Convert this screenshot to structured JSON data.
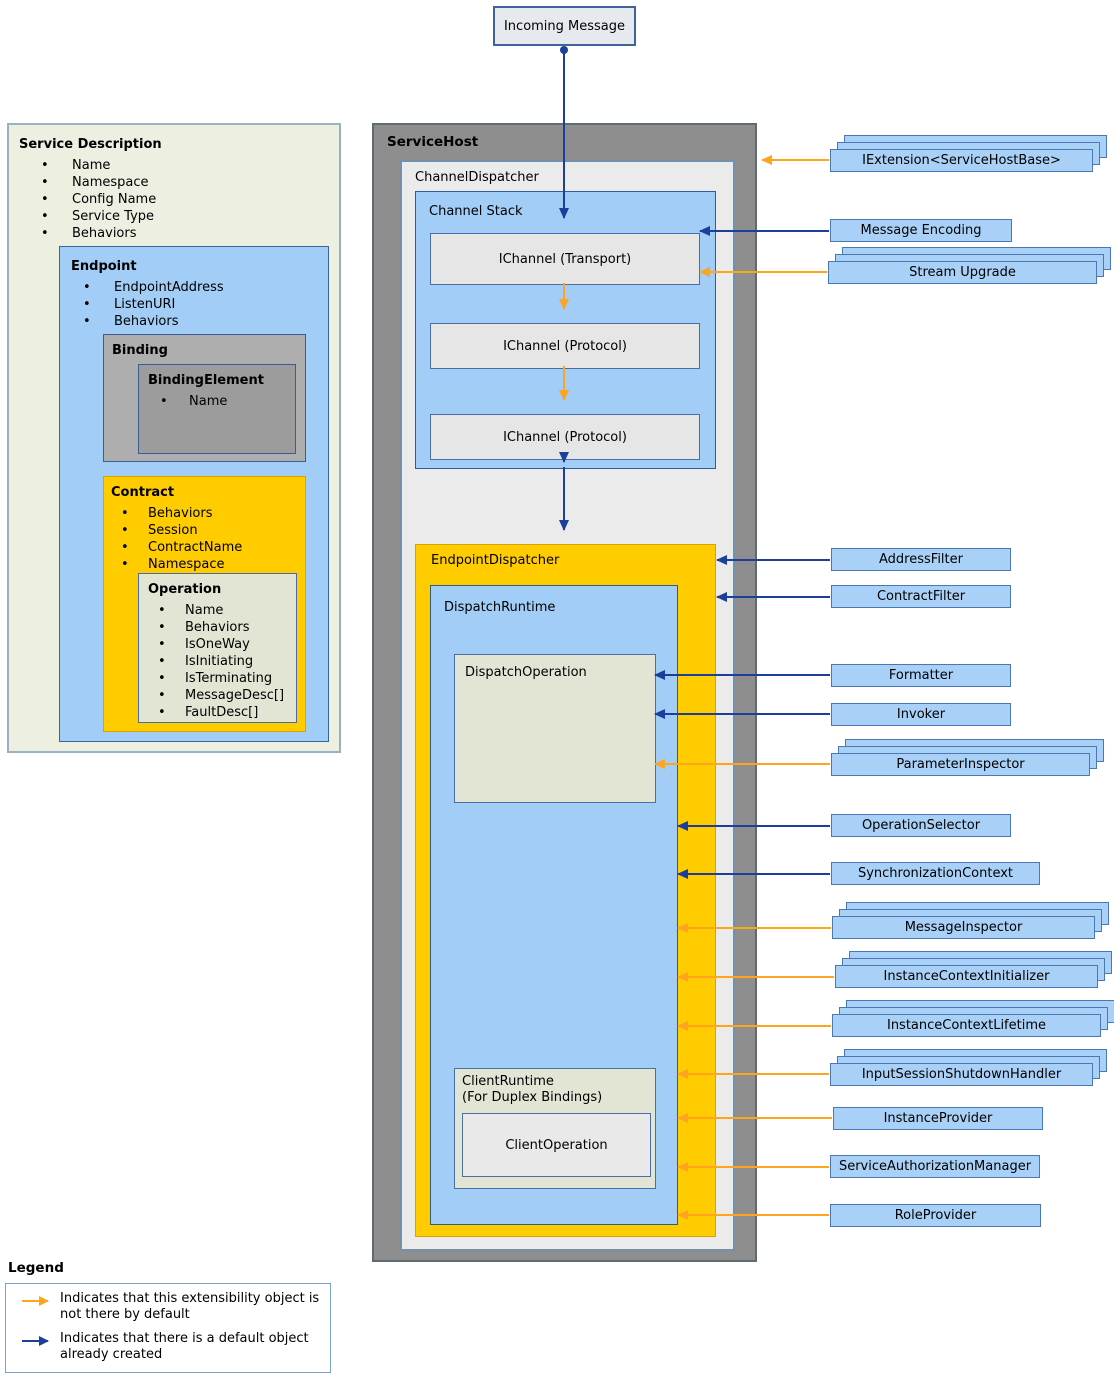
{
  "incoming_message": {
    "label": "Incoming Message"
  },
  "service_description": {
    "title": "Service Description",
    "bullets": [
      "Name",
      "Namespace",
      "Config Name",
      "Service Type",
      "Behaviors"
    ],
    "endpoint": {
      "title": "Endpoint",
      "bullets": [
        "EndpointAddress",
        "ListenURI",
        "Behaviors"
      ],
      "binding": {
        "title": "Binding",
        "binding_element": {
          "title": "BindingElement",
          "bullets": [
            "Name"
          ]
        }
      },
      "contract": {
        "title": "Contract",
        "bullets": [
          "Behaviors",
          "Session",
          "ContractName",
          "Namespace"
        ],
        "operation": {
          "title": "Operation",
          "bullets": [
            "Name",
            "Behaviors",
            "IsOneWay",
            "IsInitiating",
            "IsTerminating",
            "MessageDesc[]",
            "FaultDesc[]"
          ]
        }
      }
    }
  },
  "service_host": {
    "title": "ServiceHost",
    "channel_dispatcher": {
      "title": "ChannelDispatcher",
      "channel_stack": {
        "title": "Channel Stack",
        "channels": [
          "IChannel (Transport)",
          "IChannel (Protocol)",
          "IChannel (Protocol)"
        ]
      },
      "endpoint_dispatcher": {
        "title": "EndpointDispatcher",
        "dispatch_runtime": {
          "title": "DispatchRuntime",
          "dispatch_operation": {
            "title": "DispatchOperation"
          },
          "client_runtime": {
            "title": "ClientRuntime",
            "subtitle": "(For Duplex Bindings)",
            "client_operation": {
              "title": "ClientOperation"
            }
          }
        }
      }
    }
  },
  "extensibility_objects": [
    {
      "label": "IExtension<ServiceHostBase>",
      "stacked": true,
      "arrow": "orange"
    },
    {
      "label": "Message Encoding",
      "stacked": false,
      "arrow": "blue"
    },
    {
      "label": "Stream Upgrade",
      "stacked": true,
      "arrow": "orange"
    },
    {
      "label": "AddressFilter",
      "stacked": false,
      "arrow": "blue"
    },
    {
      "label": "ContractFilter",
      "stacked": false,
      "arrow": "blue"
    },
    {
      "label": "Formatter",
      "stacked": false,
      "arrow": "blue"
    },
    {
      "label": "Invoker",
      "stacked": false,
      "arrow": "blue"
    },
    {
      "label": "ParameterInspector",
      "stacked": true,
      "arrow": "orange"
    },
    {
      "label": "OperationSelector",
      "stacked": false,
      "arrow": "blue"
    },
    {
      "label": "SynchronizationContext",
      "stacked": false,
      "arrow": "blue"
    },
    {
      "label": "MessageInspector",
      "stacked": true,
      "arrow": "orange"
    },
    {
      "label": "InstanceContextInitializer",
      "stacked": true,
      "arrow": "orange"
    },
    {
      "label": "InstanceContextLifetime",
      "stacked": true,
      "arrow": "orange"
    },
    {
      "label": "InputSessionShutdownHandler",
      "stacked": true,
      "arrow": "orange"
    },
    {
      "label": "InstanceProvider",
      "stacked": false,
      "arrow": "orange"
    },
    {
      "label": "ServiceAuthorizationManager",
      "stacked": false,
      "arrow": "orange"
    },
    {
      "label": "RoleProvider",
      "stacked": false,
      "arrow": "orange"
    }
  ],
  "legend": {
    "title": "Legend",
    "items": [
      {
        "arrow": "orange",
        "text": "Indicates that this extensibility object is not there by default"
      },
      {
        "arrow": "blue",
        "text": "Indicates that there is a default object already created"
      }
    ]
  },
  "colors": {
    "arrow_default_blue": "#1c3e9c",
    "arrow_extensibility_orange": "#ffa41f",
    "label_fill": "#a9d1f7",
    "panel_blue": "#a2cdf6",
    "panel_yellow": "#ffcc00",
    "panel_beige": "#e2e5d4",
    "service_description_bg": "#edf0e1"
  }
}
